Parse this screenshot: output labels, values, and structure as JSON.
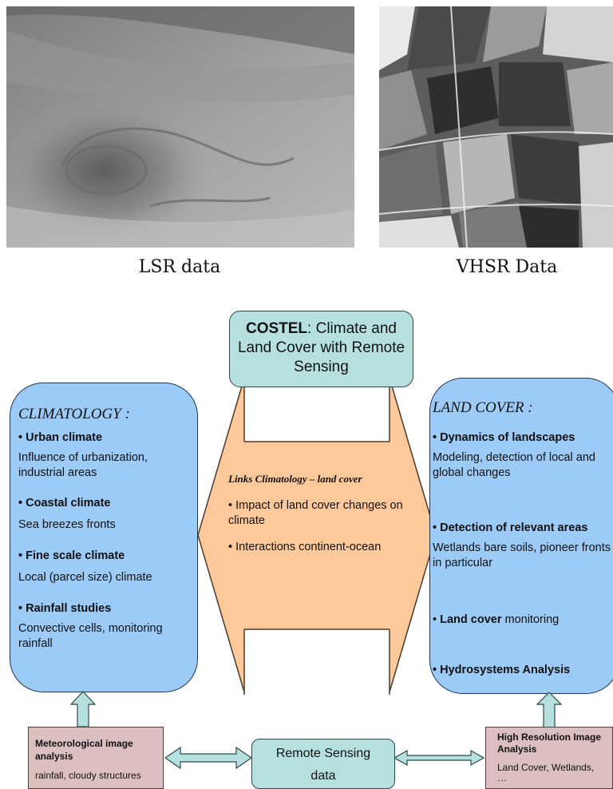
{
  "photos": {
    "left_caption": "LSR data",
    "right_caption": "VHSR Data"
  },
  "top_box": {
    "title_bold": "COSTEL",
    "title_rest": ": Climate and Land Cover with Remote Sensing"
  },
  "climatology": {
    "heading": "CLIMATOLOGY :",
    "items": [
      {
        "title": "Urban climate",
        "text": "Influence of urbanization, industrial areas"
      },
      {
        "title": "Coastal climate",
        "text": "Sea breezes fronts"
      },
      {
        "title": "Fine scale climate",
        "text": "Local (parcel size) climate"
      },
      {
        "title": "Rainfall studies",
        "text": "Convective cells, monitoring rainfall"
      }
    ]
  },
  "links": {
    "heading": "Links Climatology – land cover",
    "items": [
      "Impact of land cover changes on climate",
      "Interactions continent-ocean"
    ]
  },
  "land_cover": {
    "heading": "LAND COVER :",
    "item1_title": "Dynamics of landscapes",
    "item1_text": "Modeling, detection of local and global changes",
    "item2_title": "Detection of relevant areas",
    "item2_text": "Wetlands bare soils, pioneer fronts in particular",
    "item3_title_bold": "Land cover",
    "item3_title_rest": " monitoring",
    "item4_title": "Hydrosystems Analysis"
  },
  "bottom": {
    "met_title": "Meteorological image analysis",
    "met_text": "rainfall, cloudy structures",
    "rs_line1": "Remote Sensing",
    "rs_line2": "data",
    "hr_title": "High Resolution Image Analysis",
    "hr_text": "Land Cover, Wetlands,",
    "hr_more": "…"
  },
  "colors": {
    "teal": "#b6e0e0",
    "blue": "#9ccbf7",
    "orange": "#fdc99b",
    "pink": "#dcbfbf"
  }
}
